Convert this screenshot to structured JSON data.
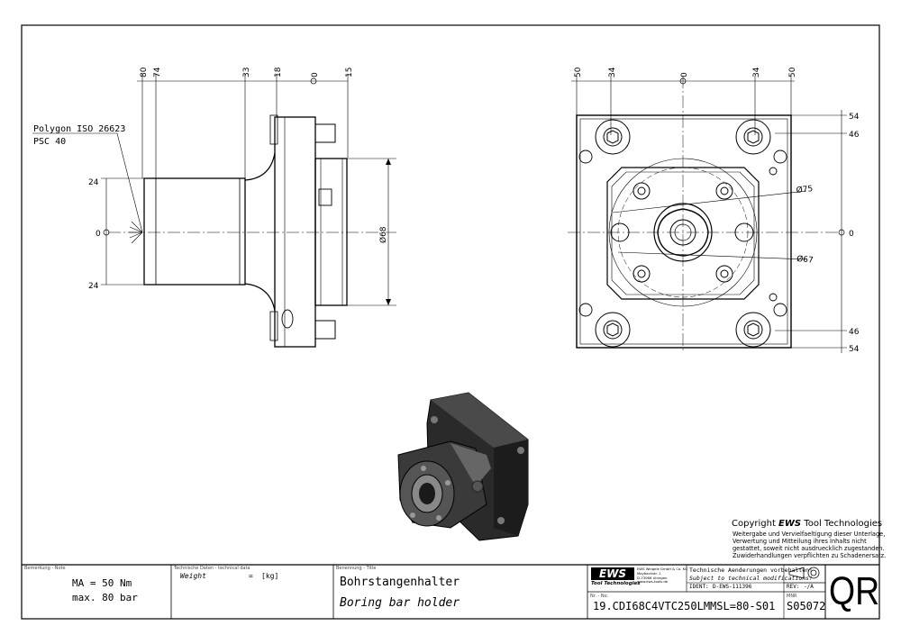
{
  "side_view": {
    "top_dims": [
      "80",
      "74",
      "33",
      "18",
      "0",
      "15"
    ],
    "left_dims": [
      "24",
      "0",
      "24"
    ],
    "polygon_line1": "Polygon ISO 26623",
    "polygon_line2": "PSC 40",
    "diameter": "Ø68"
  },
  "front_view": {
    "top_dims": [
      "50",
      "34",
      "0",
      "34",
      "50"
    ],
    "right_dims": [
      "54",
      "46",
      "0",
      "46",
      "54"
    ],
    "dia_outer": "Ø75",
    "dia_inner": "Ø67"
  },
  "copyright": {
    "title_prefix": "Copyright ",
    "title_brand": "EWS",
    "title_suffix": " Tool Technologies",
    "lines": [
      "Weitergabe und Vervielfaeltigung dieser Unterlage,",
      "Verwertung und Mitteilung ihres Inhalts nicht",
      "gestattet, soweit nicht ausdruecklich zugestanden.",
      "Zuwiderhandlungen verpflichten zu Schadenersatz."
    ]
  },
  "title_block": {
    "note_caption": "Bemerkung - Note",
    "note_line1": "MA = 50 Nm",
    "note_line2": "max. 80 bar",
    "tech_caption": "Technische Daten - technical data",
    "weight_label": "Weight",
    "weight_eq": "=",
    "weight_unit": "[kg]",
    "title_caption": "Benennung - Title",
    "title_de": "Bohrstangenhalter",
    "title_en": "Boring bar holder",
    "logo_text": "EWS",
    "logo_sub": "Tool Technologies",
    "company_lines": [
      "EWS Weigele GmbH & Co. KG",
      "Maybachstr. 1",
      "D-73066 Uhingen",
      "www.ews-tools.de"
    ],
    "changes_de": "Technische Aenderungen vorbehalten!",
    "changes_en": "Subject to technical modifications!",
    "ident_label": "IDENT:",
    "ident_value": "D-EWS-111396",
    "rev_label": "REV:",
    "rev_value": "-/A",
    "no_caption": "Nr. - No.",
    "part_number": "19.CDI68C4VTC250LMMSL=80-S01",
    "mnr_caption": "MNR",
    "mnr_value": "S05072",
    "qr_text": "QR"
  }
}
